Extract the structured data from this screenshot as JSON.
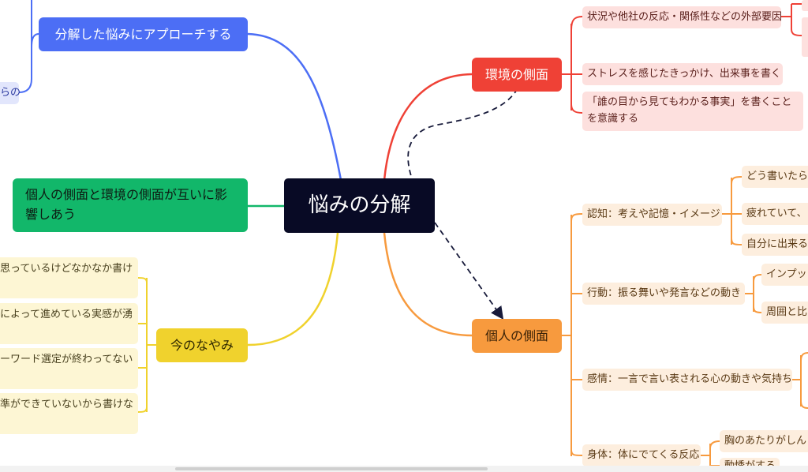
{
  "colors": {
    "blue": "#4c6ef5",
    "red": "#ef4136",
    "green": "#12b76a",
    "yellow": "#f0d22d",
    "orange": "#f79a3e",
    "center_bg": "#080a25",
    "red_light": "#fde0de",
    "orange_light": "#fdeede",
    "yellow_light": "#fdf6d4",
    "blue_light": "#e2e6fc",
    "dashed": "#171a3a"
  },
  "center": {
    "label": "悩みの分解"
  },
  "left_branches": {
    "approach": {
      "label": "分解した悩みにアプローチする",
      "partial_child": "らの"
    },
    "mutual": {
      "label": "個人の側面と環境の側面が互いに影響しあう"
    },
    "current": {
      "label": "今のなやみ",
      "children": [
        "思っているけどなかなか書け",
        "によって進めている実感が湧",
        "ーワード選定が終わってない",
        "準ができていないから書けな"
      ]
    }
  },
  "right_branches": {
    "environment": {
      "label": "環境の側面",
      "children": [
        {
          "label": "状況や他社の反応・関係性などの外部要因"
        },
        {
          "label": "ストレスを感じたきっかけ、出来事を書く"
        },
        {
          "label": "「誰の目から見てもわかる事実」を書くことを意識する"
        }
      ]
    },
    "personal": {
      "label": "個人の側面",
      "children": [
        {
          "label": "認知：考えや記憶・イメージ",
          "children": [
            "どう書いたら",
            "疲れていて、",
            "自分に出来る"
          ]
        },
        {
          "label": "行動：振る舞いや発言などの動き",
          "children": [
            "インプッ",
            "周囲と比"
          ]
        },
        {
          "label": "感情：一言で言い表される心の動きや気持ち",
          "children": []
        },
        {
          "label": "身体：体にでてくる反応",
          "children": [
            "胸のあたりがしん",
            "動悸がする"
          ]
        }
      ]
    }
  },
  "scrollbar": {
    "position": 0.36
  }
}
